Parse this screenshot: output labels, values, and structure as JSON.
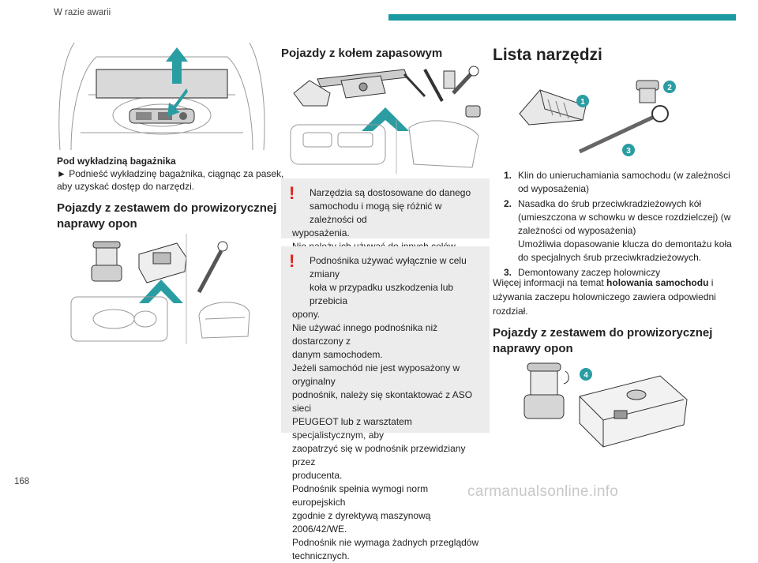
{
  "header": {
    "section_title": "W razie awarii",
    "accent_color": "#1a9aa0"
  },
  "page_number": "168",
  "watermark": "carmanualsonline.info",
  "left_column": {
    "trunk_caption_title": "Pod wykładziną bagażnika",
    "trunk_caption_line1": "► Podnieść wykładzinę bagażnika, ciągnąc za pasek,",
    "trunk_caption_line2": "aby uzyskać dostęp do narzędzi.",
    "kit_heading_line1": "Pojazdy z zestawem do prowizorycznej",
    "kit_heading_line2": "naprawy opon"
  },
  "middle_column": {
    "spare_heading": "Pojazdy z kołem zapasowym",
    "notice1": {
      "line1": "Narzędzia są dostosowane do danego",
      "line2": "samochodu i mogą się różnić w zależności od",
      "line3": "wyposażenia.",
      "line4": "Nie należy ich używać do innych celów."
    },
    "notice2": {
      "line1": "Podnośnika używać wyłącznie w celu zmiany",
      "line2": "koła w przypadku uszkodzenia lub przebicia",
      "line3": "opony.",
      "line4": "Nie używać innego podnośnika niż dostarczony z",
      "line5": "danym samochodem.",
      "line6": "Jeżeli samochód nie jest wyposażony w oryginalny",
      "line7": "podnośnik, należy się skontaktować z ASO sieci",
      "line8": "PEUGEOT lub z warsztatem specjalistycznym, aby",
      "line9": "zaopatrzyć się w podnośnik przewidziany przez",
      "line10": "producenta.",
      "line11": "Podnośnik spełnia wymogi norm europejskich",
      "line12": "zgodnie z dyrektywą maszynową 2006/42/WE.",
      "line13": "Podnośnik nie wymaga żadnych przeglądów",
      "line14": "technicznych."
    }
  },
  "right_column": {
    "title": "Lista narzędzi",
    "callouts": [
      "1",
      "2",
      "3",
      "4"
    ],
    "items": [
      {
        "num": "1.",
        "line1": "Klin do unieruchamiania samochodu (w zależności",
        "line2": "od wyposażenia)"
      },
      {
        "num": "2.",
        "line1": "Nasadka do śrub przeciwkradzieżowych kół",
        "line2": "(umieszczona w schowku w desce rozdzielczej) (w",
        "line3": "zależności od wyposażenia)",
        "line4": "Umożliwia dopasowanie klucza do demontażu koła",
        "line5": "do specjalnych śrub przeciwkradzieżowych."
      },
      {
        "num": "3.",
        "line1": "Demontowany zaczep holowniczy"
      }
    ],
    "info_line1_pre": "Więcej informacji na temat ",
    "info_line1_bold": "holowania samochodu",
    "info_line1_post": " i",
    "info_line2": "używania zaczepu holowniczego zawiera odpowiedni",
    "info_line3": "rozdział.",
    "kit_heading_line1": "Pojazdy z zestawem do prowizorycznej",
    "kit_heading_line2": "naprawy opon"
  }
}
